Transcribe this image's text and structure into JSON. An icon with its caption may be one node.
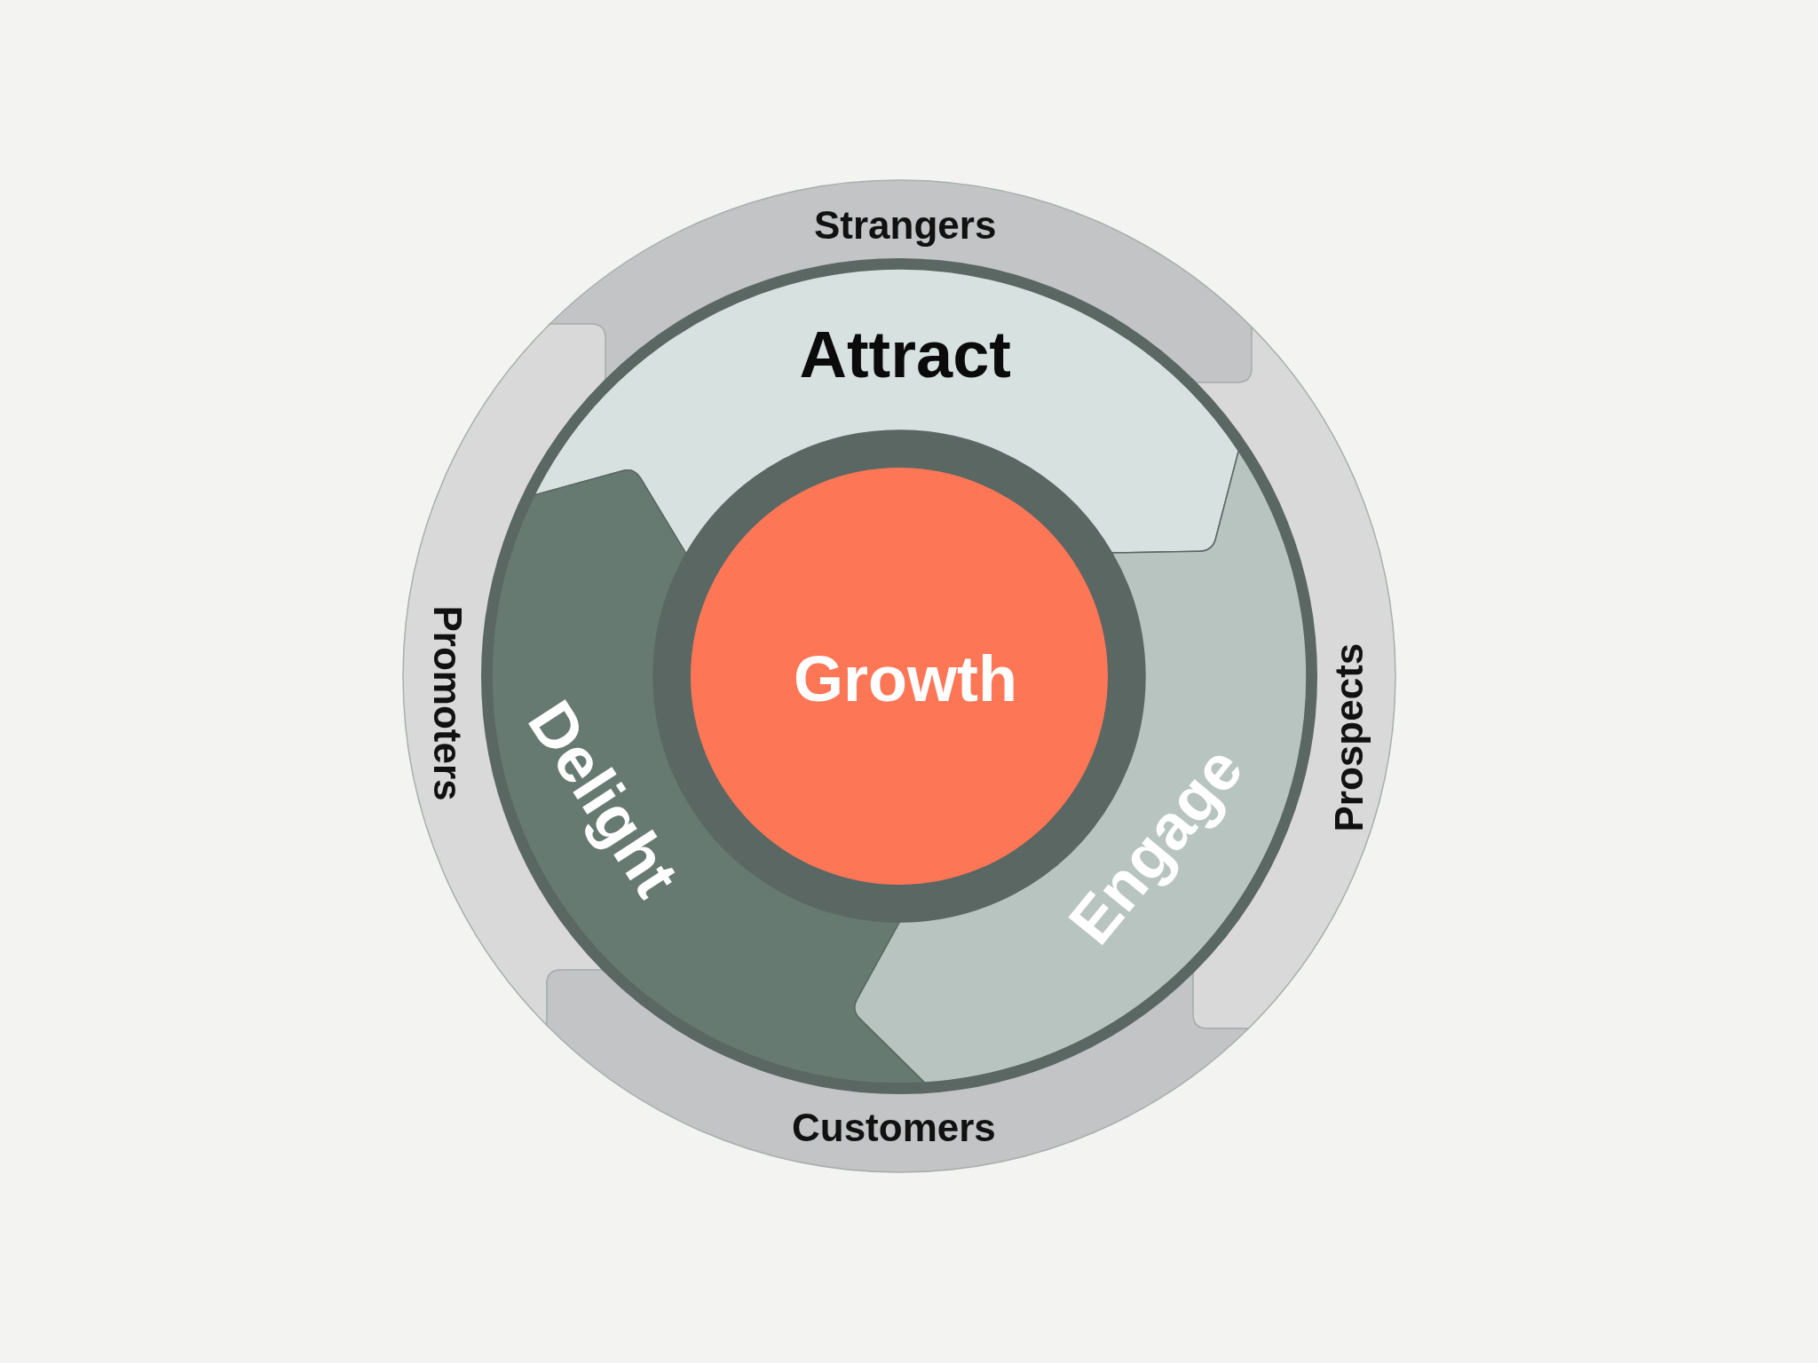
{
  "diagram": {
    "nodes": [
      {
        "text": [
          "Strangers"
        ]
      },
      {
        "text": [
          "Attract"
        ]
      },
      {
        "text": [
          "Promoters"
        ]
      },
      {
        "text": [
          "Growth"
        ]
      },
      {
        "text": [
          "Prospects"
        ]
      },
      {
        "text": [
          "Delight"
        ]
      },
      {
        "text": [
          "Engage"
        ]
      },
      {
        "text": [
          "Customers"
        ]
      }
    ]
  }
}
